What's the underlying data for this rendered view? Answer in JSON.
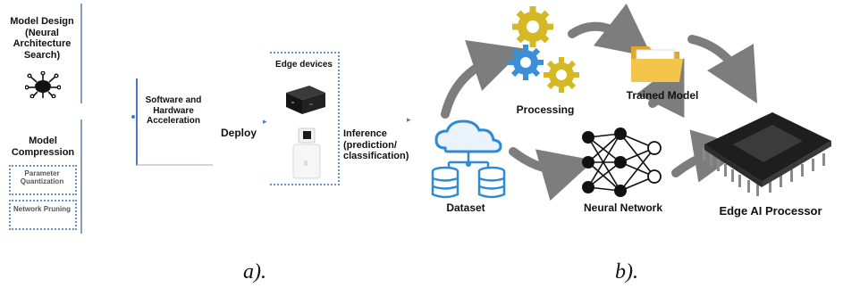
{
  "panel_a": {
    "model_design": "Model Design (Neural Architecture Search)",
    "model_compression": "Model Compression",
    "parameter_quantization": "Parameter Quantization",
    "network_pruning": "Network Pruning",
    "acceleration": "Software and Hardware Acceleration",
    "deploy": "Deploy",
    "edge_devices": "Edge devices",
    "inference": "Inference (prediction/ classification)"
  },
  "panel_b": {
    "processing": "Processing",
    "trained_model": "Trained Model",
    "neural_network": "Neural Network",
    "dataset": "Dataset",
    "edge_ai_processor": "Edge AI Processor"
  },
  "captions": {
    "a": "a).",
    "b": "b)."
  },
  "colors": {
    "gear_yellow": "#d6b824",
    "gear_blue": "#3a8fd6",
    "cloud_blue": "#2f8ad4",
    "arrow_gray": "#7d7d7d",
    "folder_yellow": "#f3c54a",
    "accent_border": "#8a9bc0"
  }
}
